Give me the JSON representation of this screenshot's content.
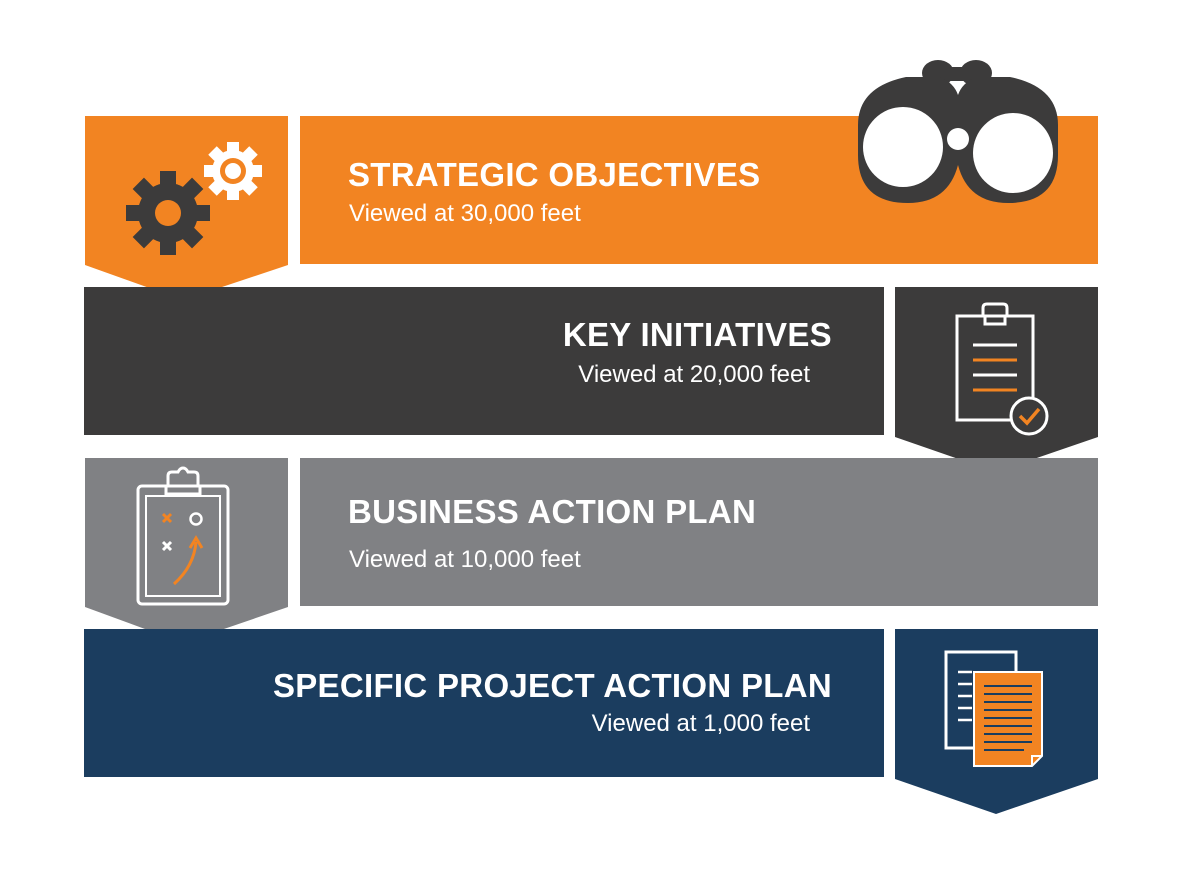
{
  "colors": {
    "orange": "#f28422",
    "charcoal": "#3c3b3b",
    "gray": "#808184",
    "navy": "#1b3d5f",
    "white": "#ffffff"
  },
  "levels": [
    {
      "title": "STRATEGIC OBJECTIVES",
      "subtitle": "Viewed at 30,000 feet",
      "icon": "gears-icon",
      "accent_icon": "binoculars-icon"
    },
    {
      "title": "KEY INITIATIVES",
      "subtitle": "Viewed at 20,000 feet",
      "icon": "clipboard-checklist-icon"
    },
    {
      "title": "BUSINESS ACTION PLAN",
      "subtitle": "Viewed at 10,000 feet",
      "icon": "clipboard-strategy-icon"
    },
    {
      "title": "SPECIFIC PROJECT ACTION PLAN",
      "subtitle": "Viewed at 1,000 feet",
      "icon": "documents-icon"
    }
  ]
}
